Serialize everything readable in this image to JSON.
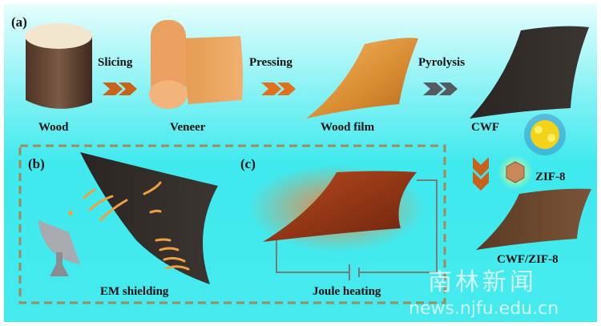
{
  "panels": {
    "a": "(a)",
    "b": "(b)",
    "c": "(c)"
  },
  "steps": {
    "slicing": "Slicing",
    "pressing": "Pressing",
    "pyrolysis": "Pyrolysis"
  },
  "materials": {
    "wood": "Wood",
    "veneer": "Veneer",
    "wood_film": "Wood film",
    "cwf": "CWF",
    "zif8": "ZIF-8",
    "cwf_zif8": "CWF/ZIF-8"
  },
  "applications": {
    "em_shielding": "EM shielding",
    "joule_heating": "Joule heating"
  },
  "watermark": {
    "cn": "南林新闻",
    "url": "news.njfu.edu.cn"
  },
  "colors": {
    "background": "#3fe9ee",
    "arrow_orange": "#c8621a",
    "arrow_grey": "#555a60",
    "dash": "#a08a5a"
  }
}
